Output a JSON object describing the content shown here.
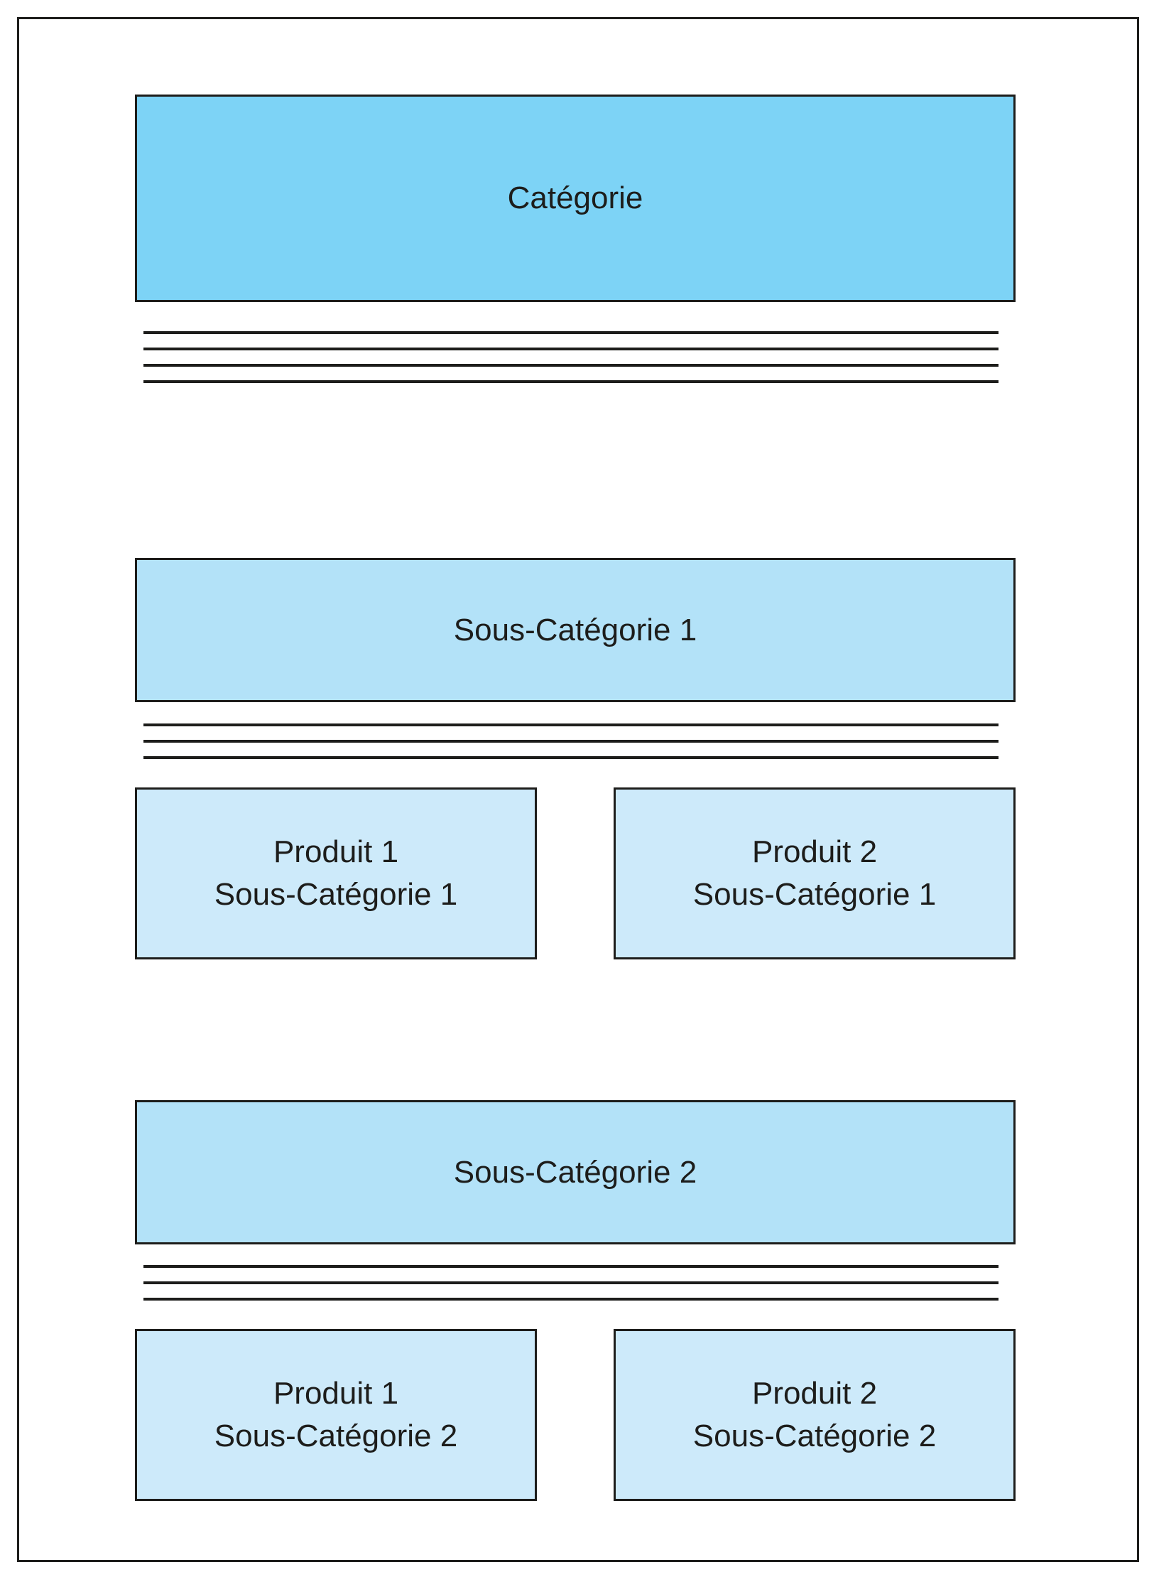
{
  "colors": {
    "category_fill": "#7dd3f6",
    "subcategory_fill": "#b3e2f8",
    "product_fill": "#cdeafa",
    "stroke": "#1d1d1b"
  },
  "category": {
    "label": "Catégorie"
  },
  "subcategories": [
    {
      "label": "Sous-Catégorie 1",
      "products": [
        {
          "line1": "Produit 1",
          "line2": "Sous-Catégorie 1"
        },
        {
          "line1": "Produit 2",
          "line2": "Sous-Catégorie 1"
        }
      ]
    },
    {
      "label": "Sous-Catégorie 2",
      "products": [
        {
          "line1": "Produit 1",
          "line2": "Sous-Catégorie 2"
        },
        {
          "line1": "Produit 2",
          "line2": "Sous-Catégorie 2"
        }
      ]
    }
  ]
}
